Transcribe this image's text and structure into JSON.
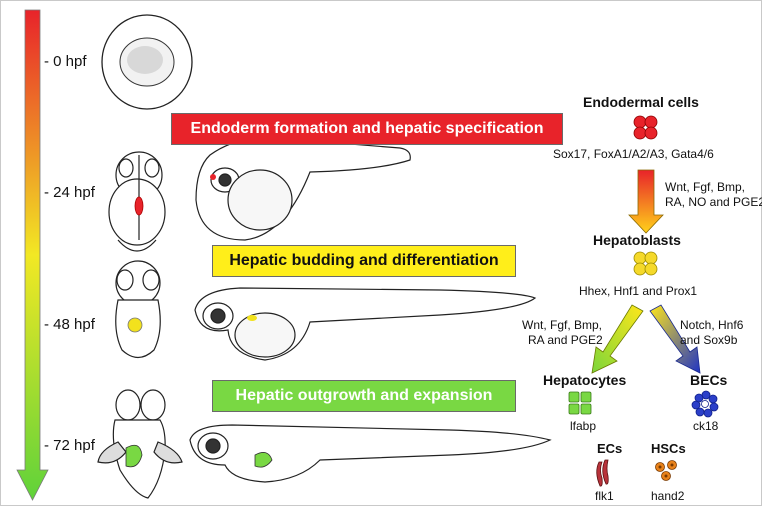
{
  "timeline": {
    "labels": [
      "- 0 hpf",
      "- 24 hpf",
      "- 48 hpf",
      "- 72 hpf"
    ]
  },
  "stages": [
    {
      "label": "Endoderm formation and hepatic specification",
      "color": "#e8232a"
    },
    {
      "label": "Hepatic budding and differentiation",
      "color": "#ffee1a"
    },
    {
      "label": "Hepatic outgrowth and expansion",
      "color": "#79d843"
    }
  ],
  "lineage": {
    "endodermal_cells": {
      "title": "Endodermal cells",
      "markers": "Sox17, FoxA1/A2/A3, Gata4/6"
    },
    "signals_1": {
      "line1": "Wnt, Fgf, Bmp,",
      "line2": "RA, NO and PGE2"
    },
    "hepatoblasts": {
      "title": "Hepatoblasts",
      "markers": "Hhex, Hnf1 and Prox1"
    },
    "signals_left": {
      "line1": "Wnt, Fgf, Bmp,",
      "line2": "RA and PGE2"
    },
    "signals_right": {
      "line1": "Notch, Hnf6",
      "line2": "and Sox9b"
    },
    "hepatocytes": {
      "title": "Hepatocytes",
      "marker": "lfabp"
    },
    "becs": {
      "title": "BECs",
      "marker": "ck18"
    },
    "ecs": {
      "title": "ECs",
      "marker": "flk1"
    },
    "hscs": {
      "title": "HSCs",
      "marker": "hand2"
    }
  },
  "colors": {
    "red": "#e8232a",
    "yellow": "#f5d92a",
    "green": "#79d843",
    "blue": "#2b3fc9"
  }
}
